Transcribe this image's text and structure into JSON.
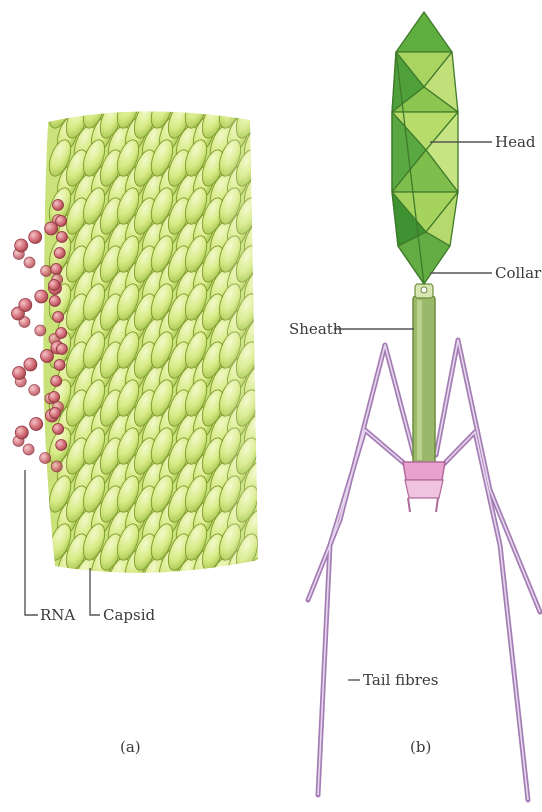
{
  "panel_a": {
    "labels": {
      "rna": "RNA",
      "capsid": "Capsid"
    },
    "caption": "(a)"
  },
  "panel_b": {
    "labels": {
      "head": "Head",
      "collar": "Collar",
      "sheath": "Sheath",
      "tail_fibres": "Tail fibres"
    },
    "caption": "(b)"
  },
  "colors": {
    "capsid_fill": "#d9ec8a",
    "capsid_edge": "#7f9a2e",
    "rna_fill": "#d06a72",
    "head_light": "#b7dc6a",
    "head_dark": "#4fa03a",
    "sheath": "#9ab86a",
    "fibres": "#a57db5",
    "base_plate": "#e8a2cf"
  }
}
